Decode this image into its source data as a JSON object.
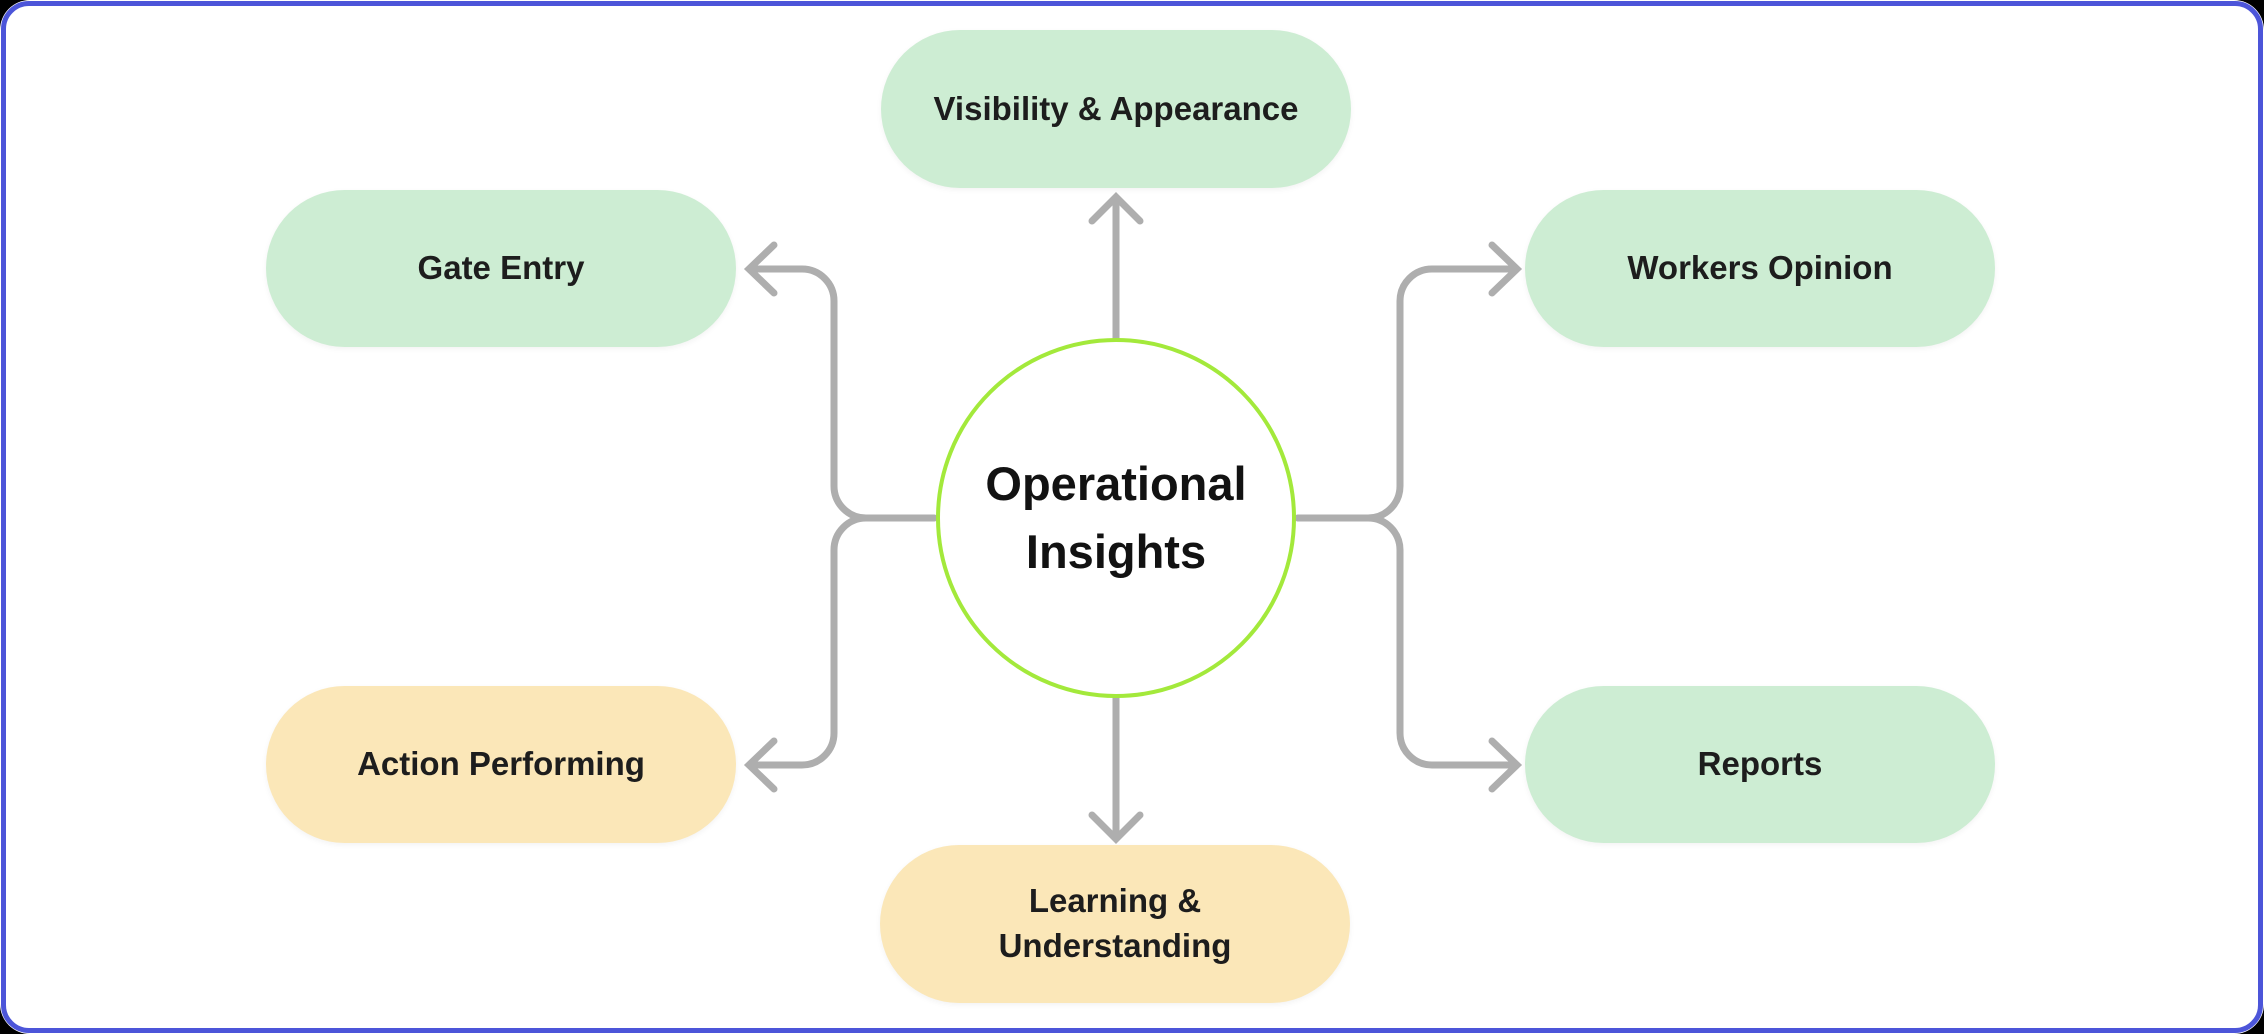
{
  "diagram": {
    "type": "mind-map",
    "center": {
      "id": "operational-insights",
      "label": "Operational Insights",
      "ring_color": "#a3e93b"
    },
    "nodes": [
      {
        "id": "visibility-appearance",
        "label": "Visibility & Appearance",
        "color": "#cdedd3",
        "position": "top"
      },
      {
        "id": "gate-entry",
        "label": "Gate Entry",
        "color": "#cdedd3",
        "position": "upper-left"
      },
      {
        "id": "workers-opinion",
        "label": "Workers Opinion",
        "color": "#cdedd3",
        "position": "upper-right"
      },
      {
        "id": "action-performing",
        "label": "Action Performing",
        "color": "#fbe7b8",
        "position": "lower-left"
      },
      {
        "id": "reports",
        "label": "Reports",
        "color": "#cdedd3",
        "position": "lower-right"
      },
      {
        "id": "learning-understanding",
        "label": "Learning & Understanding",
        "color": "#fbe7b8",
        "position": "bottom"
      }
    ],
    "connectors": [
      {
        "from": "operational-insights",
        "to": "visibility-appearance"
      },
      {
        "from": "operational-insights",
        "to": "gate-entry"
      },
      {
        "from": "operational-insights",
        "to": "workers-opinion"
      },
      {
        "from": "operational-insights",
        "to": "action-performing"
      },
      {
        "from": "operational-insights",
        "to": "reports"
      },
      {
        "from": "operational-insights",
        "to": "learning-understanding"
      }
    ],
    "colors": {
      "arrow": "#aeaeae",
      "canvas_border": "#4c55d9",
      "background": "#ffffff",
      "text": "#1d1d1d"
    }
  }
}
